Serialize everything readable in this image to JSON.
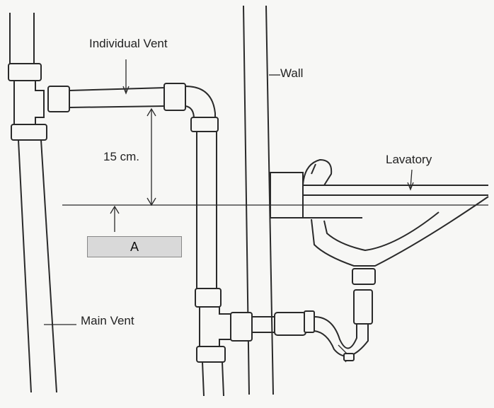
{
  "labels": {
    "individual_vent": "Individual Vent",
    "wall": "Wall",
    "lavatory": "Lavatory",
    "dimension": "15 cm.",
    "main_vent": "Main Vent"
  },
  "answer_box": {
    "text": "A"
  },
  "colors": {
    "line": "#2a2a2a",
    "background": "#f7f7f5",
    "box_fill": "#d9d9d9"
  }
}
